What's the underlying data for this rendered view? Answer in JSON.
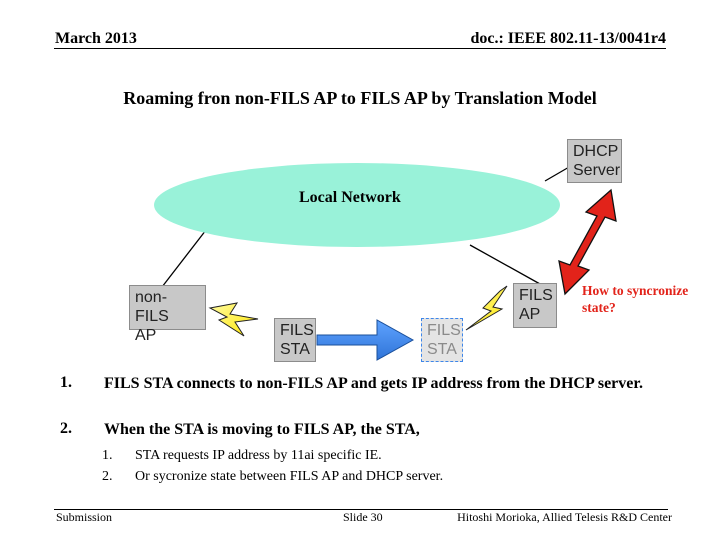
{
  "header": {
    "date": "March 2013",
    "doc": "doc.: IEEE 802.11-13/0041r4"
  },
  "slide_title": "Roaming fron non-FILS AP to FILS AP by Translation Model",
  "diagram": {
    "cloud_label": "Local Network",
    "dhcp_server": "DHCP\nServer",
    "non_fils_ap": "non-FILS\nAP",
    "fils_ap": "FILS\nAP",
    "fils_sta_source": "FILS\nSTA",
    "fils_sta_target": "FILS\nSTA",
    "question": "How to syncronize\nstate?",
    "colors": {
      "cloud": "#99f2d9",
      "arrow": "#3d86ea",
      "sync_arrow": "#e2231a",
      "lightning": "#ffea2e",
      "box": "#c8c8c8"
    }
  },
  "body": {
    "items": [
      {
        "num": "1.",
        "text": "FILS STA connects to non-FILS AP and gets IP address from the DHCP server."
      },
      {
        "num": "2.",
        "text": "When the STA is moving to FILS AP, the STA,"
      }
    ],
    "subitems": [
      {
        "num": "1.",
        "text": "STA requests IP address by 11ai specific IE."
      },
      {
        "num": "2.",
        "text": "Or sycronize state between FILS AP and DHCP server."
      }
    ]
  },
  "footer": {
    "left": "Submission",
    "center": "Slide 30",
    "right": "Hitoshi Morioka, Allied Telesis R&D Center"
  }
}
